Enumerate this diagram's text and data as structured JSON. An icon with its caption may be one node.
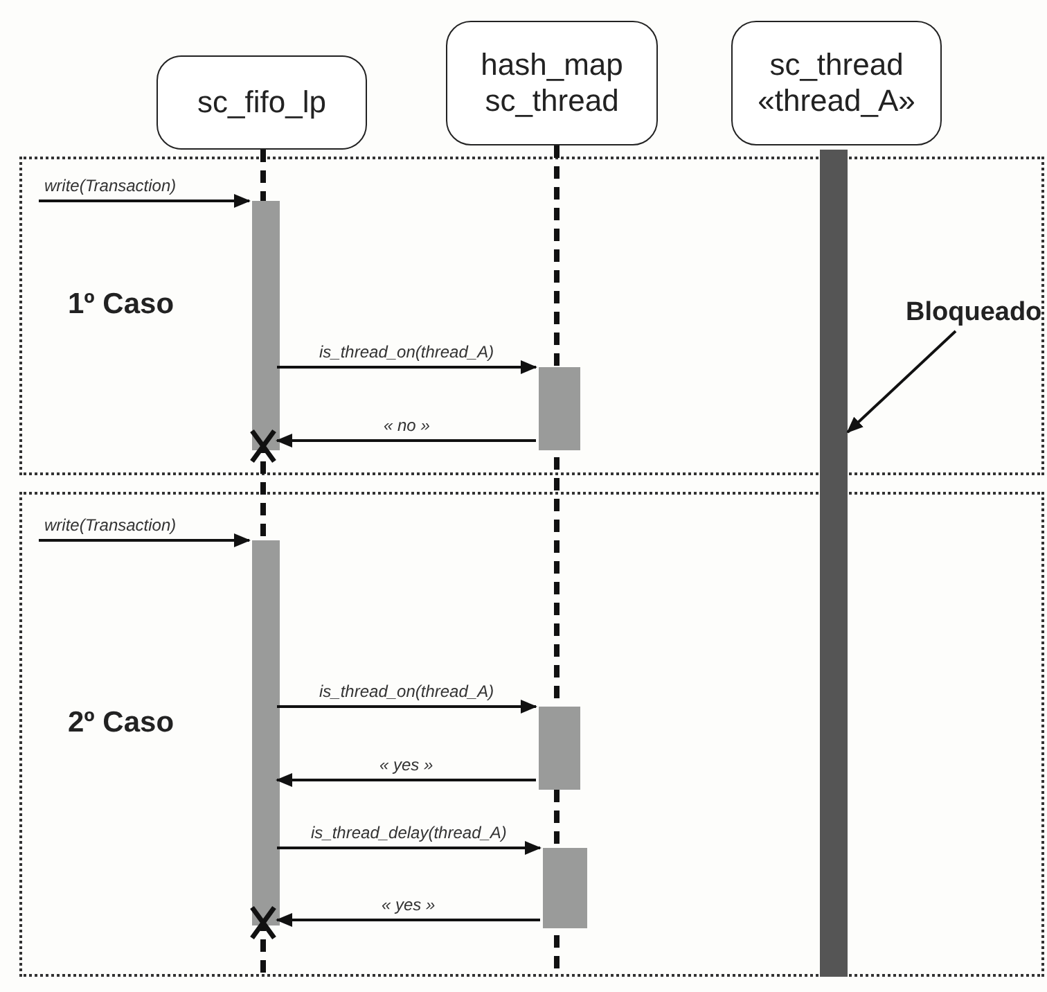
{
  "diagram": {
    "nodes": [
      {
        "text": [
          "sc_fifo_lp"
        ]
      },
      {
        "text": [
          "hash_map sc_thread"
        ]
      },
      {
        "text": [
          "sc_thread «thread_A»"
        ]
      },
      {
        "text": [
          "1º Caso"
        ]
      },
      {
        "text": [],
        "shape": "bar",
        "in": 3
      },
      {
        "text": [],
        "shape": "bar",
        "in": 3
      },
      {
        "text": [
          "Bloqueado"
        ],
        "in": 3
      },
      {
        "text": [],
        "shape": "bar"
      },
      {
        "text": [
          "2º Caso"
        ]
      },
      {
        "text": [],
        "shape": "bar",
        "in": 8
      },
      {
        "text": [],
        "shape": "bar",
        "in": 8
      },
      {
        "text": [],
        "shape": "bar",
        "in": 8
      }
    ],
    "edges": [
      {
        "from": null,
        "to": 4,
        "arrow": "to",
        "label": "write(Transaction)"
      },
      {
        "from": 4,
        "to": 5,
        "arrow": "to",
        "label": "is_thread_on(thread_A)"
      },
      {
        "from": 5,
        "to": 4,
        "arrow": "to",
        "label": "« no »"
      },
      {
        "from": 6,
        "to": 7,
        "arrow": "to"
      },
      {
        "from": null,
        "to": 9,
        "arrow": "to",
        "label": "write(Transaction)"
      },
      {
        "from": 9,
        "to": 10,
        "arrow": "to",
        "label": "is_thread_on(thread_A)"
      },
      {
        "from": 10,
        "to": 9,
        "arrow": "to",
        "label": "« yes »"
      },
      {
        "from": 9,
        "to": 11,
        "arrow": "to",
        "label": "is_thread_delay(thread_A)"
      },
      {
        "from": 11,
        "to": 9,
        "arrow": "to",
        "label": "« yes »"
      }
    ]
  }
}
